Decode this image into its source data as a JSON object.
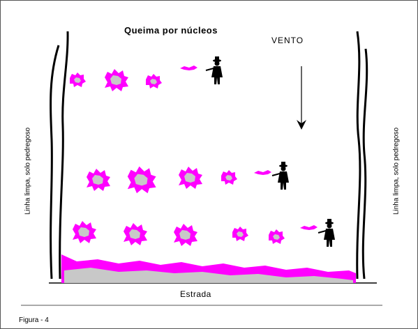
{
  "figure": {
    "title": "Queima por núcleos",
    "wind_label": "VENTO",
    "road_label": "Estrada",
    "left_side_label": "Linha limpa, solo pedregoso",
    "right_side_label": "Linha limpa, solo pedregoso",
    "caption": "Figura - 4"
  },
  "colors": {
    "fire": "#ff00ff",
    "burned": "#c8c8c8",
    "ink": "#000000",
    "border": "#555555"
  },
  "icons": [
    "person-with-torch-icon",
    "arrow-down-icon"
  ]
}
